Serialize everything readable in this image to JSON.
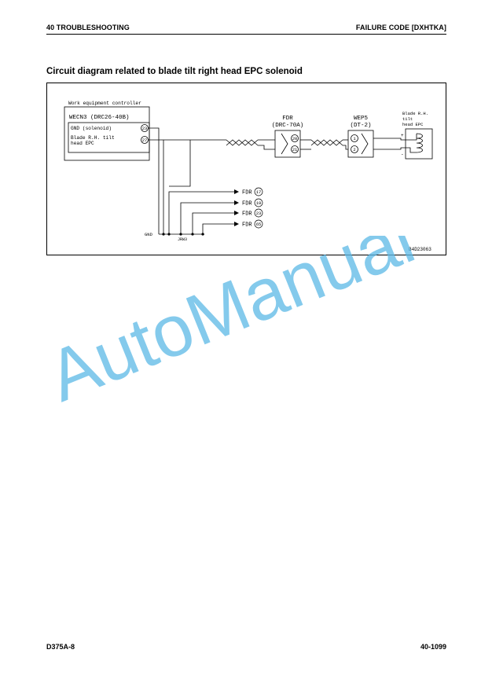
{
  "header": {
    "left": "40 TROUBLESHOOTING",
    "right": "FAILURE CODE [DXHTKA]"
  },
  "title": "Circuit diagram related to blade tilt right head EPC solenoid",
  "diagram": {
    "controller_label": "Work equipment controller",
    "controller_connector": "WECN3 (DRC26-40B)",
    "pins": [
      {
        "number": "23",
        "label": "GND (solenoid)"
      },
      {
        "number": "27",
        "label_line1": "Blade R.H. tilt",
        "label_line2": "head EPC"
      }
    ],
    "fdr_name": "FDR",
    "fdr_type": "(DRC-70A)",
    "fdr_pins": [
      "20",
      "21"
    ],
    "wep5_name": "WEP5",
    "wep5_type": "(DT-2)",
    "wep5_pins": [
      "1",
      "2"
    ],
    "solenoid_label_lines": [
      "Blade R.H.",
      "tilt",
      "head EPC"
    ],
    "plus": "+",
    "minus": "-",
    "branches": [
      {
        "label": "FDR",
        "pin": "17"
      },
      {
        "label": "FDR",
        "pin": "19"
      },
      {
        "label": "FDR",
        "pin": "23"
      },
      {
        "label": "FDR",
        "pin": "65"
      }
    ],
    "gnd_label": "GND",
    "jrw_label": "JRW3",
    "ref_code": "B4D23063"
  },
  "watermark": "AutoManual",
  "watermark_color": "#5bb8e6",
  "footer": {
    "left": "D375A-8",
    "right": "40-1099"
  }
}
